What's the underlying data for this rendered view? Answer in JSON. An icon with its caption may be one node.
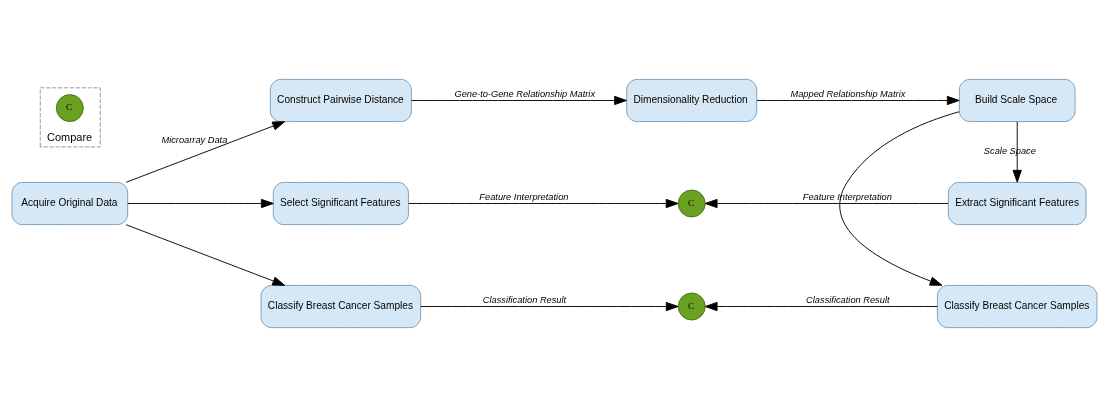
{
  "diagram": {
    "nodes": [
      {
        "text": [
          "Acquire Original Data"
        ]
      },
      {
        "text": [
          "Construct Pairwise Distance"
        ]
      },
      {
        "text": [
          "Dimensionality Reduction"
        ]
      },
      {
        "text": [
          "Build Scale Space"
        ]
      },
      {
        "text": [
          "Select Significant Features"
        ]
      },
      {
        "text": [
          "C"
        ]
      },
      {
        "text": [
          "Extract Significant Features"
        ]
      },
      {
        "text": [
          "Classify Breast Cancer Samples"
        ]
      },
      {
        "text": [
          "C"
        ]
      },
      {
        "text": [
          "Classify Breast Cancer Samples"
        ]
      },
      {
        "text": [
          "Compare"
        ]
      },
      {
        "text": [
          "C"
        ],
        "in": 10
      }
    ],
    "edges": [
      {
        "from": 0,
        "to": 1,
        "arrow": "to",
        "label": "Microarray Data"
      },
      {
        "from": 1,
        "to": 2,
        "arrow": "to",
        "label": "Gene-to-Gene Relationship Matrix"
      },
      {
        "from": 2,
        "to": 3,
        "arrow": "to",
        "label": "Mapped Relationship Matrix"
      },
      {
        "from": 0,
        "to": 4,
        "arrow": "to"
      },
      {
        "from": 0,
        "to": 7,
        "arrow": "to"
      },
      {
        "from": 3,
        "to": 6,
        "arrow": "to",
        "label": "Scale Space"
      },
      {
        "from": 3,
        "to": 9,
        "arrow": "to"
      },
      {
        "from": 4,
        "to": 5,
        "arrow": "to",
        "label": "Feature Interpretation"
      },
      {
        "from": 6,
        "to": 5,
        "arrow": "to",
        "label": "Feature Interpretation"
      },
      {
        "from": 7,
        "to": 8,
        "arrow": "to",
        "label": "Classification Result"
      },
      {
        "from": 9,
        "to": 8,
        "arrow": "to",
        "label": "Classification Result"
      }
    ]
  }
}
